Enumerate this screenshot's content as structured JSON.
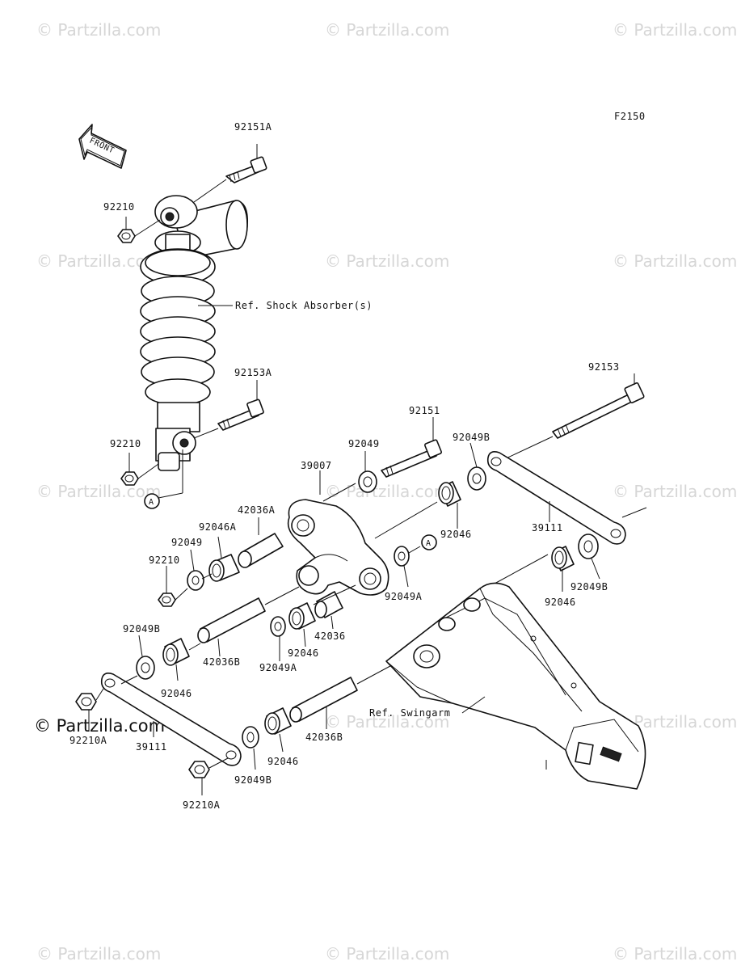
{
  "watermark": {
    "text": "© Partzilla.com",
    "corner_text": "© Partzilla.com"
  },
  "diagram_code": "F2150",
  "front_arrow_label": "FRONT",
  "callouts": {
    "a": "A"
  },
  "references": {
    "shock": "Ref. Shock Absorber(s)",
    "swingarm": "Ref. Swingarm"
  },
  "parts": {
    "p92151A": "92151A",
    "p92210_top": "92210",
    "p92153A": "92153A",
    "p92210_mid": "92210",
    "p92153": "92153",
    "p92151": "92151",
    "p92049_top": "92049",
    "p92049B_top": "92049B",
    "p39007": "39007",
    "p42036A": "42036A",
    "p92046A": "92046A",
    "p92049_left": "92049",
    "p92210_left": "92210",
    "p92046_upper": "92046",
    "p39111_right": "39111",
    "p92049B_right": "92049B",
    "p92046_right": "92046",
    "p92049A_mid": "92049A",
    "p42036": "42036",
    "p92046_center": "92046",
    "p92049A_low": "92049A",
    "p42036B_mid": "42036B",
    "p92049B_left": "92049B",
    "p92046_left": "92046",
    "p92210A_left": "92210A",
    "p39111_left": "39111",
    "p42036B_low": "42036B",
    "p92046_low": "92046",
    "p92049B_low": "92049B",
    "p92210A_low": "92210A"
  }
}
